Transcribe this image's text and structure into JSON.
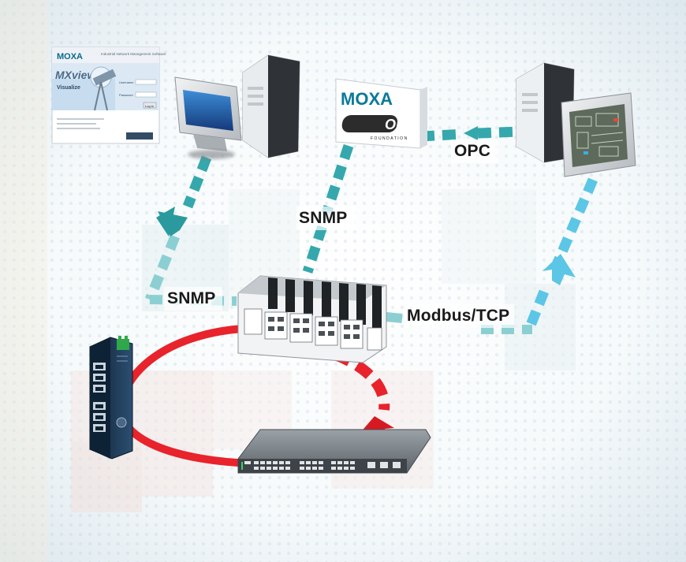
{
  "labels": {
    "snmp_left": "SNMP",
    "snmp_center": "SNMP",
    "opc": "OPC",
    "modbus_tcp": "Modbus/TCP"
  },
  "mxview_window": {
    "brand": "MOXA",
    "product": "MXview",
    "subtitle": "Industrial Network Management Software",
    "tagline": "Visualize",
    "username_label": "Username",
    "password_label": "Password",
    "login_button": "Log in"
  },
  "opc_box": {
    "brand": "MOXA",
    "opc_logo": "OPC",
    "foundation": "FOUNDATION"
  },
  "colors": {
    "network_link": "#35a8ad",
    "arrow_teal": "#2a9a9e",
    "arrow_blue": "#5cc6e6",
    "redundant_ring": "#e8232b",
    "switch_blue": "#1d3b5c"
  },
  "icons": [
    "monitor-icon",
    "tower-pc-icon",
    "managed-switch-icon",
    "din-rail-switch-icon",
    "rackmount-switch-icon"
  ]
}
